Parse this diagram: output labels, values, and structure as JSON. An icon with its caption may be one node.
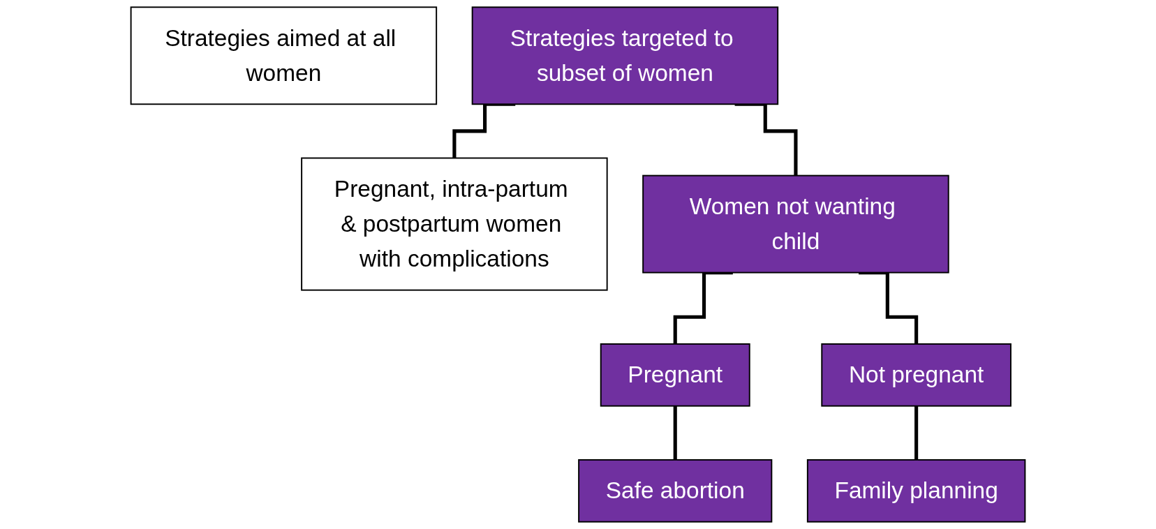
{
  "diagram": {
    "nodes": [
      {
        "text": [
          "Strategies aimed at all women"
        ]
      },
      {
        "text": [
          "Strategies targeted to subset of women"
        ]
      },
      {
        "text": [
          "Pregnant, intra-partum & postpartum women with complications"
        ]
      },
      {
        "text": [
          "Women not wanting child"
        ]
      },
      {
        "text": [
          "Pregnant"
        ]
      },
      {
        "text": [
          "Not pregnant"
        ]
      },
      {
        "text": [
          "Safe abortion"
        ]
      },
      {
        "text": [
          "Family planning"
        ]
      }
    ],
    "edges": [
      {
        "from": 1,
        "to": 2,
        "arrow": "none"
      },
      {
        "from": 1,
        "to": 3,
        "arrow": "none"
      },
      {
        "from": 3,
        "to": 4,
        "arrow": "none"
      },
      {
        "from": 3,
        "to": 5,
        "arrow": "none"
      },
      {
        "from": 4,
        "to": 6,
        "arrow": "none"
      },
      {
        "from": 5,
        "to": 7,
        "arrow": "none"
      }
    ]
  }
}
